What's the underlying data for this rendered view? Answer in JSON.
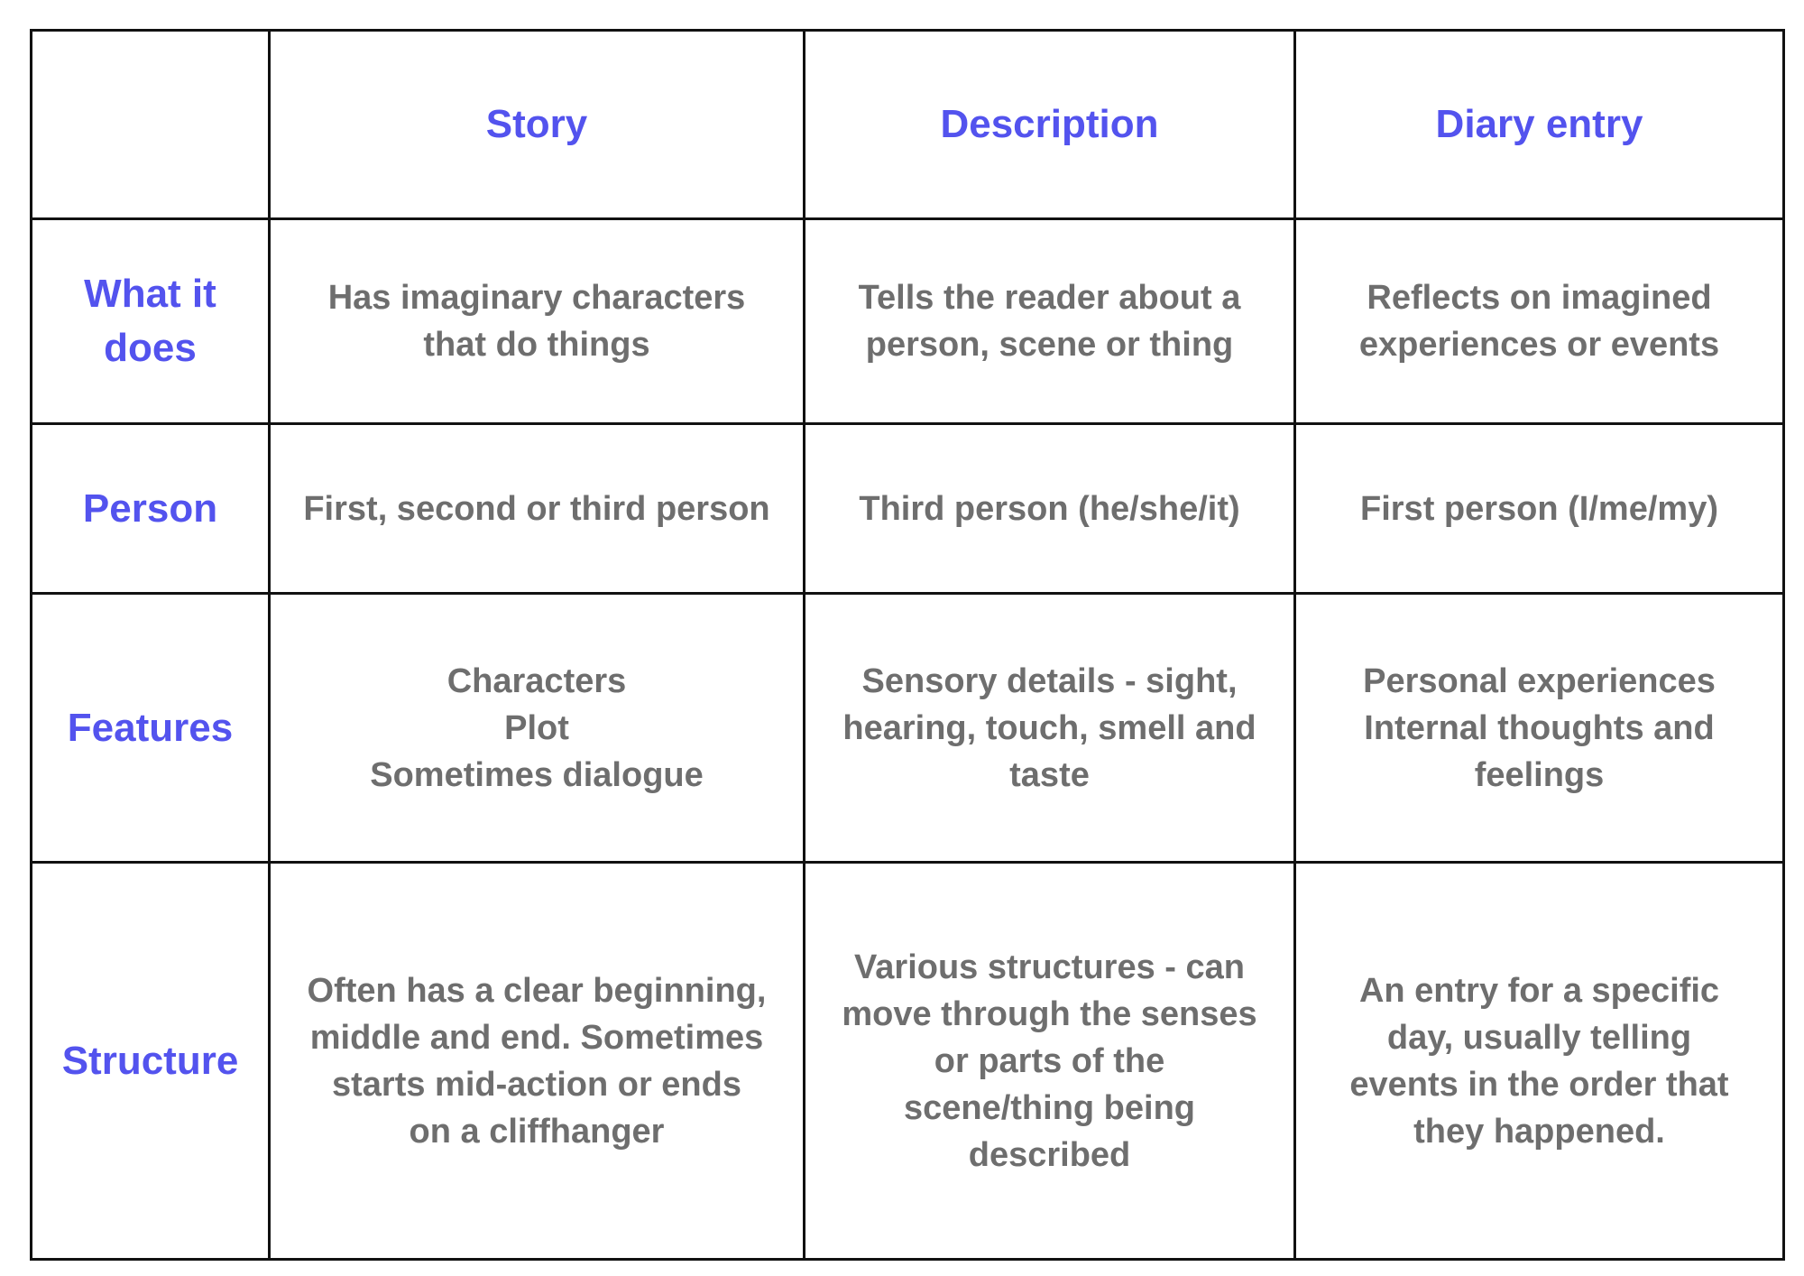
{
  "colors": {
    "header": "#5353ee",
    "body_text": "#6e6e6e",
    "border": "#111111"
  },
  "columns": [
    "",
    "Story",
    "Description",
    "Diary entry"
  ],
  "rows": [
    {
      "label": [
        "What it",
        "does"
      ],
      "cells": [
        [
          "Has imaginary characters",
          "that do things"
        ],
        [
          "Tells the reader about a",
          "person, scene or thing"
        ],
        [
          "Reflects on imagined",
          "experiences or events"
        ]
      ]
    },
    {
      "label": [
        "Person"
      ],
      "cells": [
        [
          "First, second or third person"
        ],
        [
          "Third person (he/she/it)"
        ],
        [
          "First person (I/me/my)"
        ]
      ]
    },
    {
      "label": [
        "Features"
      ],
      "cells": [
        [
          "Characters",
          "Plot",
          "Sometimes dialogue"
        ],
        [
          "Sensory details - sight,",
          "hearing, touch, smell and",
          "taste"
        ],
        [
          "Personal experiences",
          "Internal thoughts and",
          "feelings"
        ]
      ]
    },
    {
      "label": [
        "Structure"
      ],
      "cells": [
        [
          "Often has a clear beginning,",
          "middle and end. Sometimes",
          "starts mid-action or ends",
          "on a cliffhanger"
        ],
        [
          "Various structures - can",
          "move through the senses",
          "or parts of the",
          "scene/thing being",
          "described"
        ],
        [
          "An entry for a specific",
          "day, usually telling",
          "events in the order that",
          "they happened."
        ]
      ]
    }
  ]
}
